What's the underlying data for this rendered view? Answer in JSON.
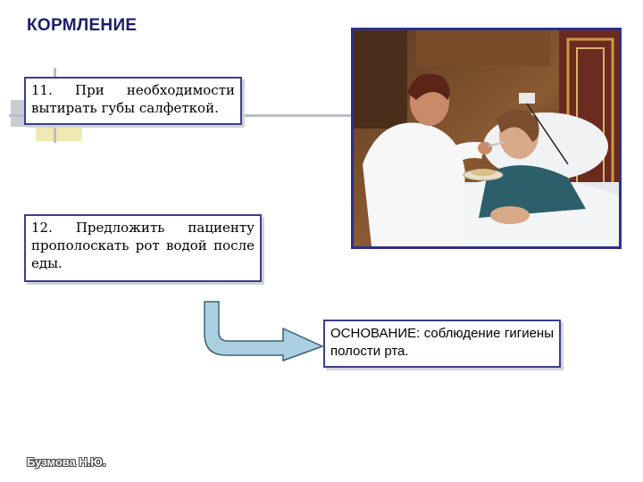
{
  "slide": {
    "title": "КОРМЛЕНИЕ",
    "step_11": "11. При необходимости вытирать губы салфеткой.",
    "step_12": "12. Предложить пациенту прополоскать рот водой после еды.",
    "basis": "ОСНОВАНИЕ: соблюдение гигиены полости рта.",
    "author": "Бузмова Н.Ю."
  },
  "colors": {
    "title": "#1c1c6e",
    "box_border": "#3b3f8a",
    "photo_border": "#2d2f8c",
    "arrow_fill": "#a9cfe0"
  },
  "icons": {
    "arrow": "curved-arrow-right-icon"
  }
}
